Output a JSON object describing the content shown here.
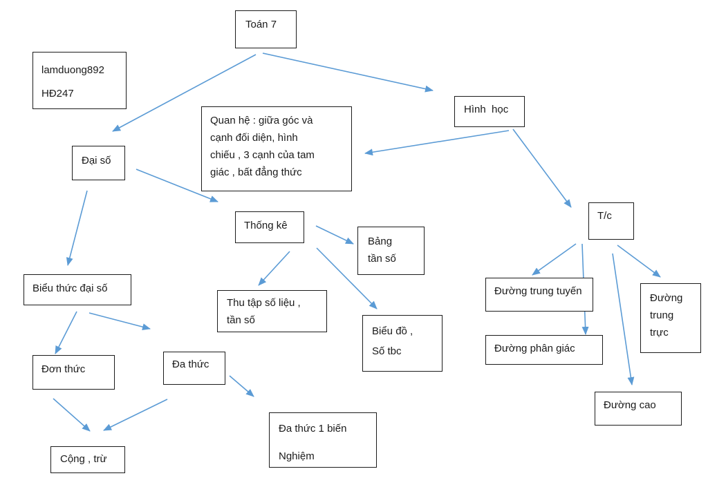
{
  "colors": {
    "arrow": "#5b9bd5",
    "border": "#1a1a1a",
    "text": "#1a1a1a",
    "background": "#ffffff"
  },
  "nodes": {
    "root": "Toán 7",
    "author_name": "lamduong892",
    "author_id": "HĐ247",
    "geometry": "Hình  học",
    "relations_1": "Quan hệ : giữa góc và",
    "relations_2": "cạnh đối diện, hình",
    "relations_3": "chiếu , 3 cạnh của tam",
    "relations_4": "giác , bất đẳng thức",
    "algebra": "Đại số",
    "statistics": "Thống kê",
    "freq_table_1": "Bảng",
    "freq_table_2": "tần số",
    "properties": "T/c",
    "algebraic_expression": "Biểu thức đại số",
    "data_collection_1": "Thu tập số liệu ,",
    "data_collection_2": "tần số",
    "chart_mean_1": "Biểu đồ ,",
    "chart_mean_2": "Số tbc",
    "median": "Đường trung tuyến",
    "bisector_perp_1": "Đường",
    "bisector_perp_2": "trung",
    "bisector_perp_3": "trực",
    "angle_bisector": "Đường phân giác",
    "monomial": "Đơn thức",
    "polynomial": "Đa thức",
    "altitude": "Đường cao",
    "single_var_poly": "Đa thức 1 biến",
    "root_of_poly": "Nghiệm",
    "add_sub": "Cộng , trừ"
  }
}
